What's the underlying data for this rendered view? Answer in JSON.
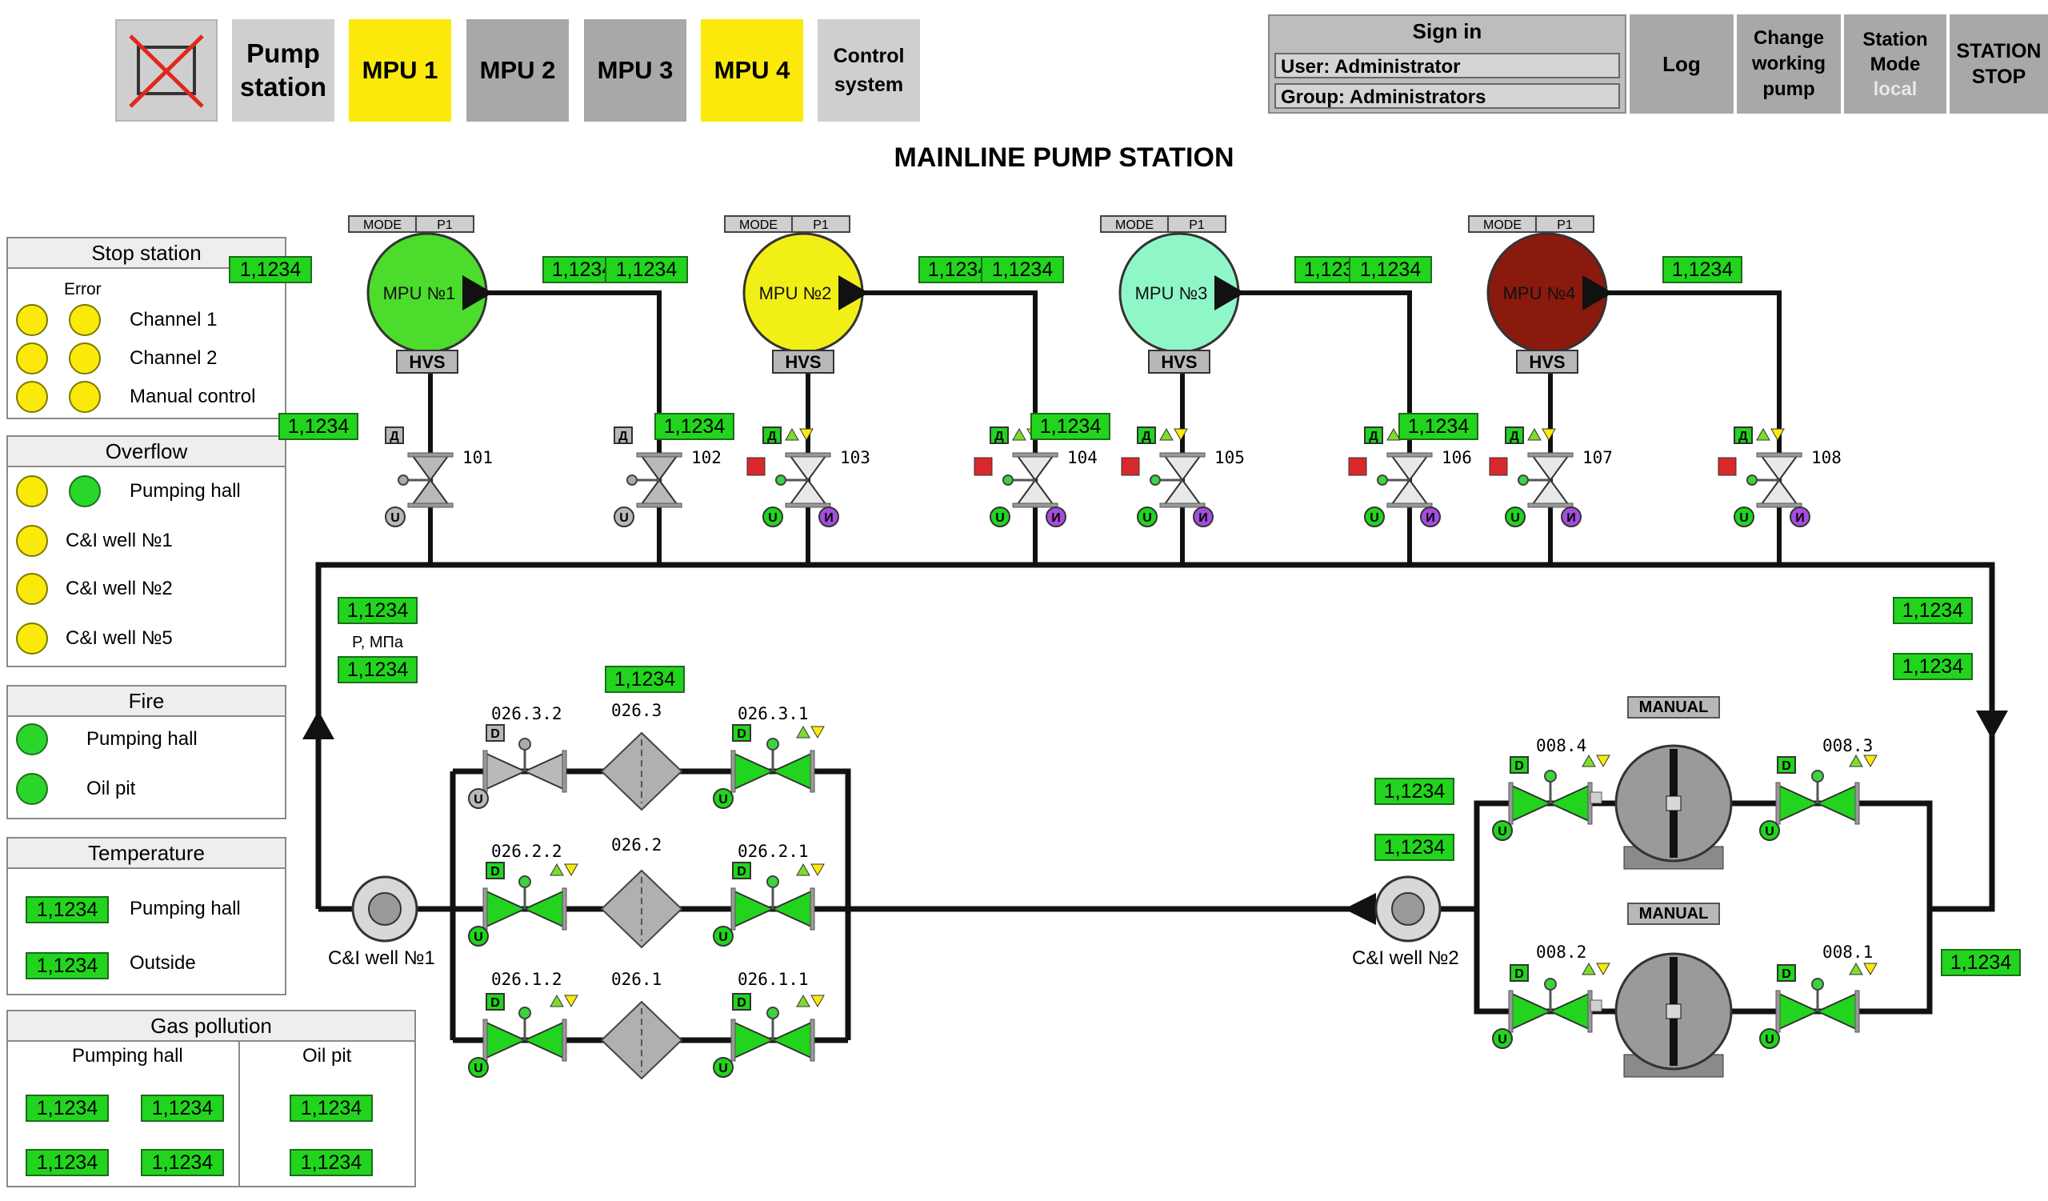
{
  "toolbar": {
    "pump_station": [
      "Pump",
      "station"
    ],
    "mpu1": "MPU 1",
    "mpu2": "MPU 2",
    "mpu3": "MPU 3",
    "mpu4": "MPU 4",
    "control_system": [
      "Control",
      "system"
    ],
    "sign_in": "Sign in",
    "user": "User: Administrator",
    "group": "Group: Administrators",
    "log": "Log",
    "change_pump": [
      "Change",
      "working",
      "pump"
    ],
    "station_mode": [
      "Station",
      "Mode"
    ],
    "station_mode_value": "local",
    "station_stop": [
      "STATION",
      "STOP"
    ]
  },
  "page_title": "MAINLINE PUMP STATION",
  "colors": {
    "yellow": "#fbe90c",
    "green": "#22d41e",
    "mpu1": "#4cdc2c",
    "mpu2": "#f2ef17",
    "mpu3": "#8ff7c7",
    "mpu4": "#8a1a0e",
    "gray_button": "#a8a8a8",
    "red_square": "#d8282c",
    "purple": "#a64de0"
  },
  "stop_station": {
    "title": "Stop station",
    "col_header": "Error",
    "rows": [
      "Channel 1",
      "Channel 2",
      "Manual control"
    ]
  },
  "overflow": {
    "title": "Overflow",
    "rows": [
      "Pumping hall",
      "C&I well №1",
      "C&I well №2",
      "C&I well №5"
    ]
  },
  "fire": {
    "title": "Fire",
    "rows": [
      "Pumping hall",
      "Oil pit"
    ]
  },
  "temperature": {
    "title": "Temperature",
    "rows": [
      {
        "value": "1,1234",
        "label": "Pumping hall"
      },
      {
        "value": "1,1234",
        "label": "Outside"
      }
    ]
  },
  "gas": {
    "title": "Gas pollution",
    "col1": "Pumping hall",
    "col2": "Oil pit",
    "values_col1": [
      "1,1234",
      "1,1234",
      "1,1234",
      "1,1234"
    ],
    "values_col2": [
      "1,1234",
      "1,1234"
    ]
  },
  "pumps": [
    {
      "name": "MPU №1",
      "mode": "MODE",
      "p1": "P1",
      "hvs": "HVS",
      "in": "1,1234",
      "out": "1,1234",
      "mid": "1,1234",
      "valve_in": "101",
      "valve_out": "102"
    },
    {
      "name": "MPU №2",
      "mode": "MODE",
      "p1": "P1",
      "hvs": "HVS",
      "in": "1,1234",
      "out": "1,1234",
      "mid": "1,1234",
      "valve_in": "103",
      "valve_out": "104"
    },
    {
      "name": "MPU №3",
      "mode": "MODE",
      "p1": "P1",
      "hvs": "HVS",
      "in": "1,1234",
      "out": "1,1234",
      "mid": "1,1234",
      "valve_in": "105",
      "valve_out": "106"
    },
    {
      "name": "MPU №4",
      "mode": "MODE",
      "p1": "P1",
      "hvs": "HVS",
      "in": "1,1234",
      "out": "1,1234",
      "mid": "1,1234",
      "valve_in": "107",
      "valve_out": "108"
    }
  ],
  "pressure": {
    "unit_label": "P, МПа",
    "left_top": "1,1234",
    "left_bottom": "1,1234",
    "right_top": "1,1234",
    "right_bottom": "1,1234",
    "filter_top": "1,1234",
    "pump_right_1": "1,1234",
    "pump_right_2": "1,1234",
    "right_low": "1,1234"
  },
  "filters": {
    "rows": [
      {
        "left": "026.3.2",
        "mid": "026.3",
        "right": "026.3.1"
      },
      {
        "left": "026.2.2",
        "mid": "026.2",
        "right": "026.2.1"
      },
      {
        "left": "026.1.2",
        "mid": "026.1",
        "right": "026.1.1"
      }
    ]
  },
  "wells": {
    "left": "C&I well №1",
    "right": "C&I well №2"
  },
  "booster": {
    "manual": "MANUAL",
    "top_left": "008.4",
    "top_right": "008.3",
    "bottom_left": "008.2",
    "bottom_right": "008.1"
  },
  "valve_letters": {
    "d_cyr": "Д",
    "d_lat": "D",
    "u": "U",
    "i": "И"
  }
}
